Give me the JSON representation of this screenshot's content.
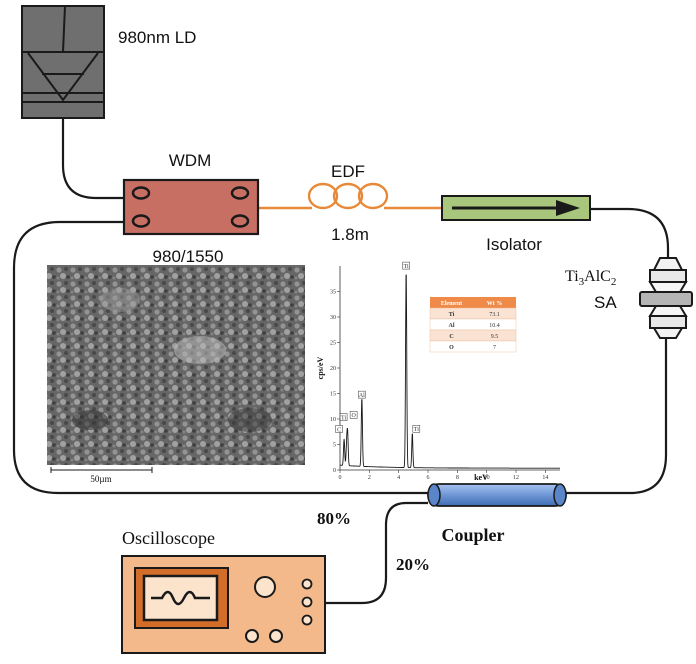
{
  "labels": {
    "laser": "980nm LD",
    "wdm": "WDM",
    "wdm_ratio": "980/1550",
    "edf": "EDF",
    "edf_length": "1.8m",
    "isolator": "Isolator",
    "sa_material_a": "Ti",
    "sa_sub3": "3",
    "sa_material_b": "AlC",
    "sa_sub2": "2",
    "sa_label": "SA",
    "coupler": "Coupler",
    "port_80": "80%",
    "port_20": "20%",
    "oscilloscope": "Oscilloscope"
  },
  "sem": {
    "scale_bar": "50µm"
  },
  "chart_data": {
    "type": "line",
    "xlabel": "keV",
    "ylabel": "cps/eV",
    "xlim": [
      0,
      15
    ],
    "ylim": [
      0,
      40
    ],
    "xticks": [
      "0",
      "2",
      "4",
      "6",
      "8",
      "10",
      "12",
      "14"
    ],
    "yticks": [
      "0",
      "5",
      "10",
      "15",
      "20",
      "25",
      "30",
      "35"
    ],
    "peaks": [
      {
        "label": "C",
        "x": 0.28,
        "y": 5.2
      },
      {
        "label": "O",
        "x": 0.52,
        "y": 6.4
      },
      {
        "label": "Ti",
        "x": 0.45,
        "y": 4.0
      },
      {
        "label": "Al",
        "x": 1.49,
        "y": 13.5
      },
      {
        "label": "Ti",
        "x": 4.51,
        "y": 39.0
      },
      {
        "label": "Ti",
        "x": 4.93,
        "y": 6.8
      }
    ],
    "table": {
      "headers": [
        "Element",
        "Wt %"
      ],
      "rows": [
        [
          "Ti",
          "73.1"
        ],
        [
          "Al",
          "10.4"
        ],
        [
          "C",
          "9.5"
        ],
        [
          "O",
          "7"
        ]
      ]
    }
  },
  "colors": {
    "fiber": "#1a1a1a",
    "edf_fiber": "#e8893a",
    "wdm_fill": "#c86f64",
    "isolator_fill": "#a9c77c",
    "coupler_fill": "#7aa2dd",
    "oscilloscope_fill": "#f3b98a",
    "laser_fill": "#6f6f6f",
    "table_header": "#ef8a48"
  }
}
